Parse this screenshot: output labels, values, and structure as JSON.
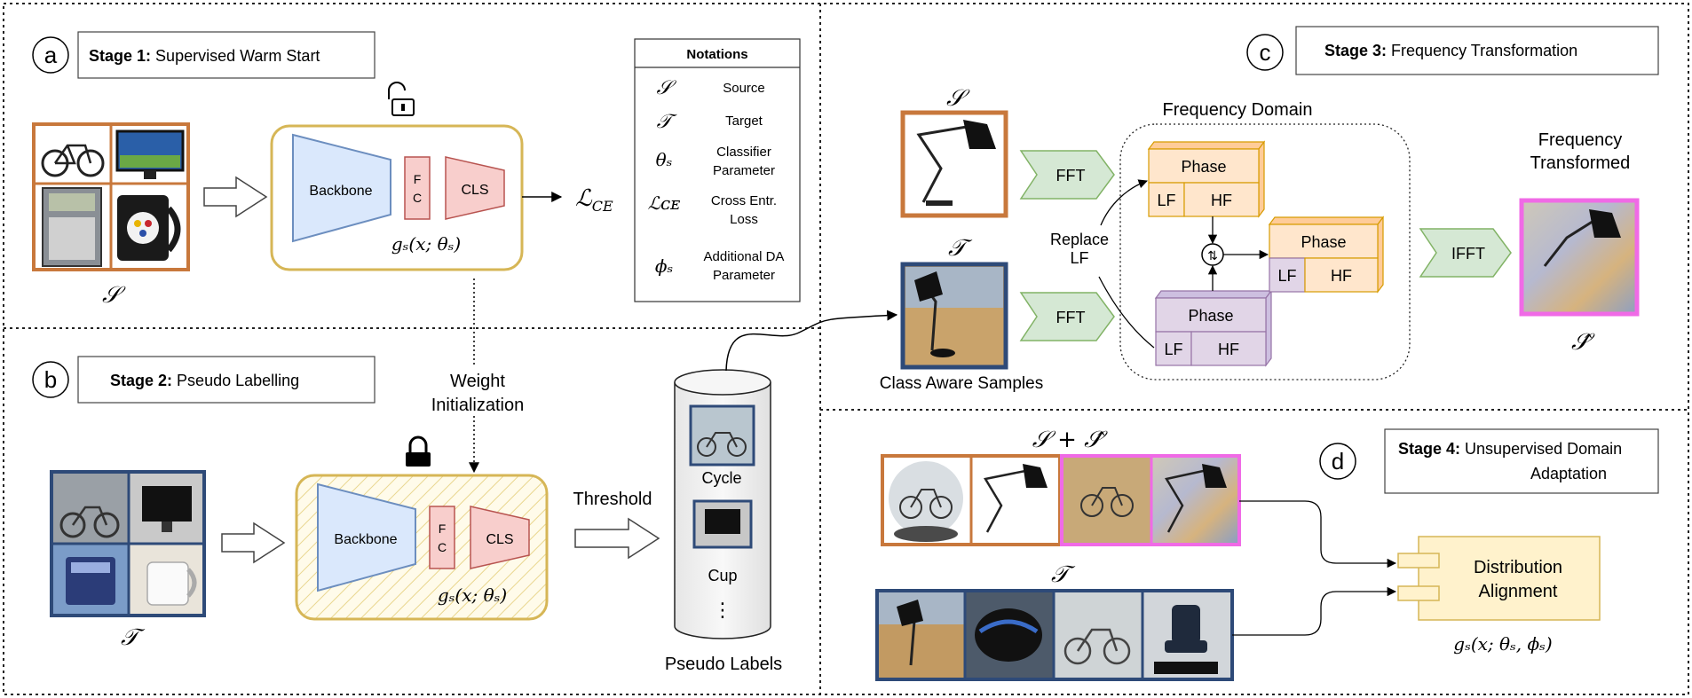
{
  "stages": {
    "a": {
      "letter": "a",
      "prefix": "Stage 1:",
      "title": "Supervised Warm Start"
    },
    "b": {
      "letter": "b",
      "prefix": "Stage 2:",
      "title": "Pseudo Labelling"
    },
    "c": {
      "letter": "c",
      "prefix": "Stage 3:",
      "title": "Frequency Transformation"
    },
    "d": {
      "letter": "d",
      "prefix": "Stage 4:",
      "title_line1": "Unsupervised Domain",
      "title_line2": "Adaptation"
    }
  },
  "model": {
    "backbone": "Backbone",
    "fc_1": "F",
    "fc_2": "C",
    "cls": "CLS",
    "func_a": "gₛ(x; θₛ)",
    "func_b": "gₛ(x; θₛ)",
    "func_d": "gₛ(x; θₛ, ϕₛ)"
  },
  "symbols": {
    "source": "𝒮",
    "target": "𝒯",
    "theta_s": "θₛ",
    "loss": "ℒ",
    "loss_sub": "CE",
    "phi_s": "ϕₛ",
    "source_hat": "𝒮̂",
    "source_plus_hat": "𝒮 + 𝒮̂"
  },
  "notations": {
    "title": "Notations",
    "rows": [
      {
        "symbol": "𝒮",
        "line1": "Source",
        "line2": ""
      },
      {
        "symbol": "𝒯",
        "line1": "Target",
        "line2": ""
      },
      {
        "symbol": "θₛ",
        "line1": "Classifier",
        "line2": "Parameter"
      },
      {
        "symbol": "ℒᴄᴇ",
        "line1": "Cross Entr.",
        "line2": "Loss"
      },
      {
        "symbol": "ϕₛ",
        "line1": "Additional DA",
        "line2": "Parameter"
      }
    ]
  },
  "labels": {
    "weight_init_1": "Weight",
    "weight_init_2": "Initialization",
    "threshold": "Threshold",
    "pseudo_labels": "Pseudo Labels",
    "cycle": "Cycle",
    "cup": "Cup",
    "dots": "⋮",
    "class_aware": "Class Aware Samples",
    "freq_domain": "Frequency Domain",
    "freq_transformed_1": "Frequency",
    "freq_transformed_2": "Transformed",
    "fft": "FFT",
    "ifft": "IFFT",
    "phase": "Phase",
    "lf": "LF",
    "hf": "HF",
    "replace_1": "Replace",
    "replace_2": "LF",
    "dist_align_1": "Distribution",
    "dist_align_2": "Alignment"
  },
  "colors": {
    "source_border": "#c8783c",
    "target_border": "#2e4a78",
    "transformed_border": "#f06ae6",
    "backbone_fill": "#dae8fc",
    "backbone_stroke": "#6c8ebf",
    "cls_fill": "#f8cecc",
    "cls_stroke": "#b85450",
    "model_border": "#d6b656",
    "fft_fill": "#d5e8d4",
    "fft_stroke": "#82b366",
    "phase_orange_fill": "#ffe6cc",
    "phase_orange_stroke": "#d79b00",
    "phase_purple_fill": "#e1d5e7",
    "phase_purple_stroke": "#9673a6",
    "dist_fill": "#fff2cc",
    "dist_stroke": "#d6b656"
  }
}
